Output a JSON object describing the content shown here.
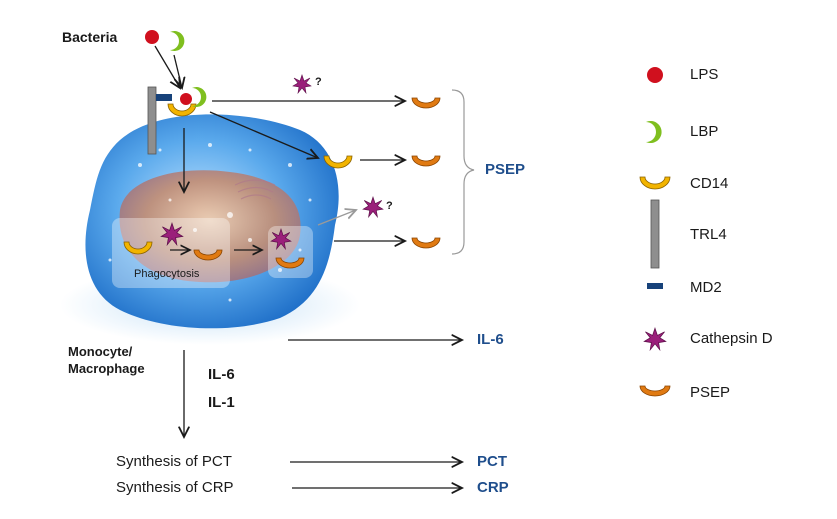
{
  "labels": {
    "bacteria": "Bacteria",
    "question1": "?",
    "question2": "?",
    "phagocytosis": "Phagocytosis",
    "monocyte_line1": "Monocyte/",
    "monocyte_line2": "Macrophage",
    "il6_vertical": "IL-6",
    "il1_vertical": "IL-1",
    "synthesis_pct": "Synthesis of PCT",
    "synthesis_crp": "Synthesis of CRP"
  },
  "outputs": {
    "psep": "PSEP",
    "il6": "IL-6",
    "pct": "PCT",
    "crp": "CRP"
  },
  "legend": [
    {
      "icon": "lps-icon",
      "label": "LPS"
    },
    {
      "icon": "lbp-icon",
      "label": "LBP"
    },
    {
      "icon": "cd14-icon",
      "label": "CD14"
    },
    {
      "icon": "trl4-icon",
      "label": "TRL4"
    },
    {
      "icon": "md2-icon",
      "label": "MD2"
    },
    {
      "icon": "cathepsin-d-icon",
      "label": "Cathepsin D"
    },
    {
      "icon": "psep-icon",
      "label": "PSEP"
    }
  ],
  "colors": {
    "lps": "#d0101e",
    "lbp": "#7fbf1f",
    "cd14": "#f2b400",
    "psep": "#e07a12",
    "trl4": "#8e8e8e",
    "md2": "#17427a",
    "cathepsin": "#9a1f7a",
    "output_text": "#1f4e8c",
    "cell": "#3a8fe0"
  }
}
